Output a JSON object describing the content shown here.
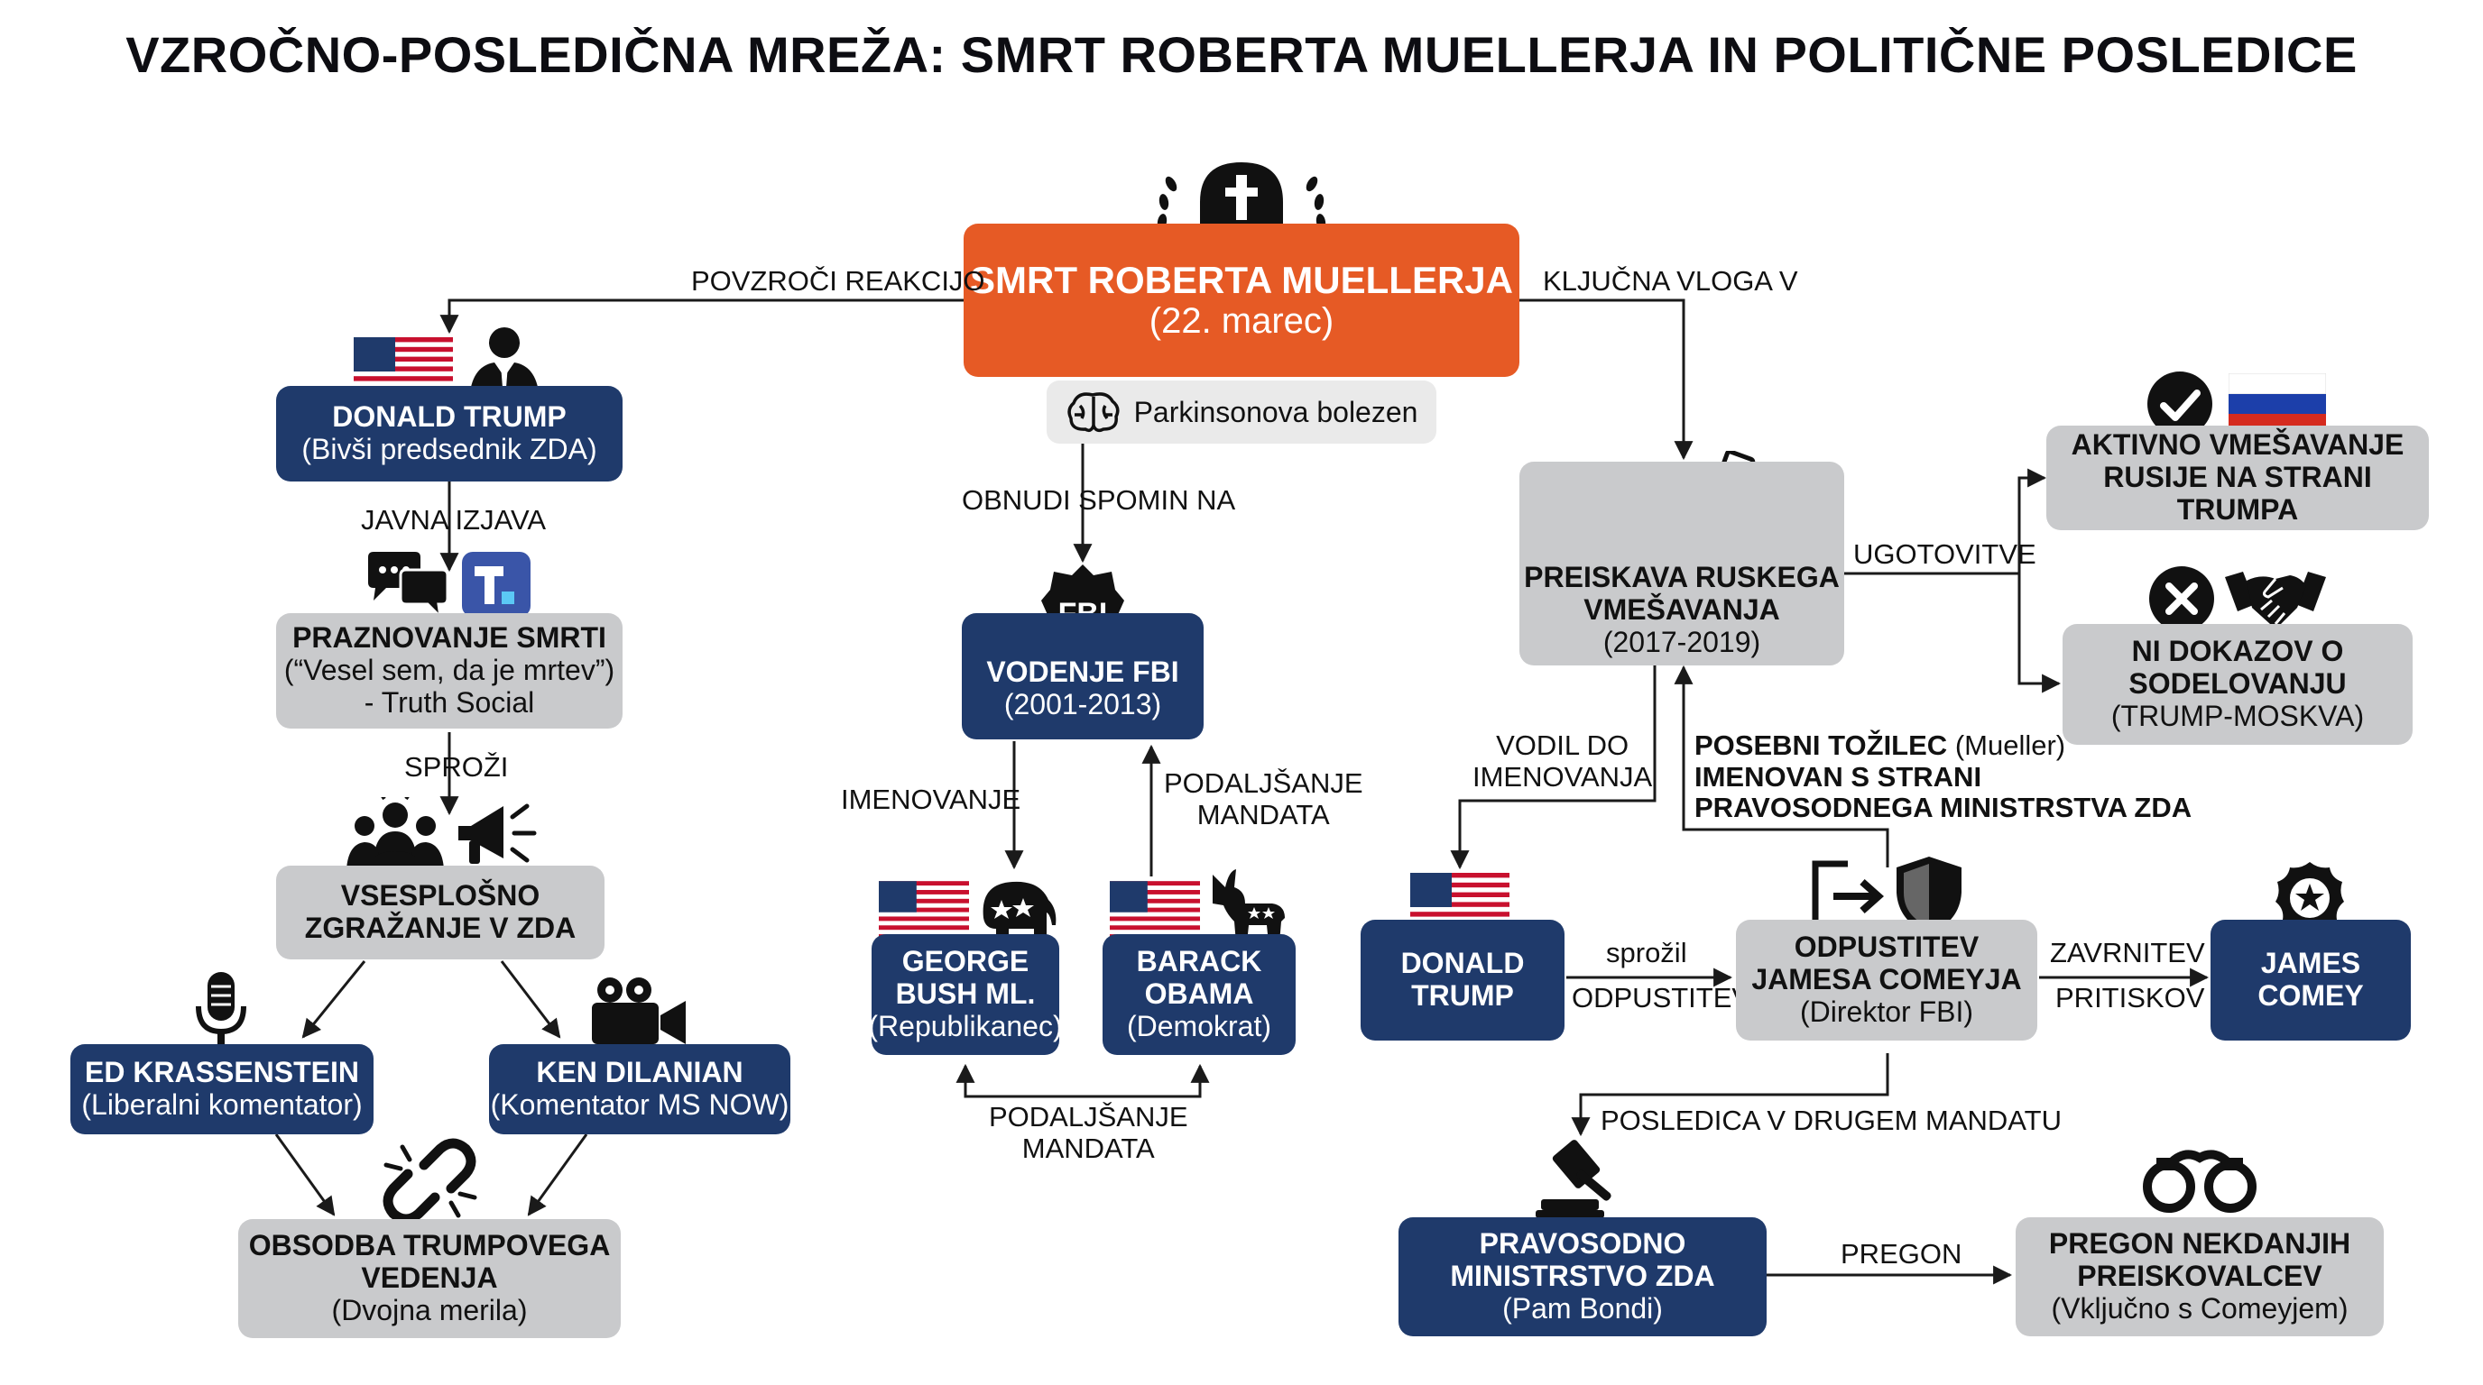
{
  "title": "VZROČNO-POSLEDIČNA MREŽA: SMRT ROBERTA MUELLERJA IN POLITIČNE POSLEDICE",
  "center": {
    "title": "SMRT ROBERTA MUELLERJA",
    "subtitle": "(22. marec)",
    "cause": "Parkinsonova bolezen"
  },
  "nodes": {
    "trump_left": {
      "title": "DONALD TRUMP",
      "subtitle": "(Bivši predsednik ZDA)"
    },
    "celebration": {
      "title": "PRAZNOVANJE SMRTI",
      "subtitle": "(“Vesel sem, da je mrtev”)\n- Truth Social"
    },
    "outrage": {
      "title": "VSESPLOŠNO\nZGRAŽANJE V ZDA"
    },
    "krassenstein": {
      "title": "ED KRASSENSTEIN",
      "subtitle": "(Liberalni komentator)"
    },
    "dilanian": {
      "title": "KEN DILANIAN",
      "subtitle": "(Komentator MS NOW)"
    },
    "condemnation": {
      "title": "OBSODBA TRUMPOVEGA\nVEDENJA",
      "subtitle": "(Dvojna merila)"
    },
    "fbi": {
      "title": "VODENJE FBI",
      "subtitle": "(2001-2013)"
    },
    "bush": {
      "title": "GEORGE\nBUSH ML.",
      "subtitle": "(Republikanec)"
    },
    "obama": {
      "title": "BARACK\nOBAMA",
      "subtitle": "(Demokrat)"
    },
    "investigation": {
      "title": "PREISKAVA RUSKEGA\nVMEŠAVANJA",
      "subtitle": "(2017-2019)"
    },
    "russia": {
      "title": "AKTIVNO VMEŠAVANJE\nRUSIJE NA STRANI TRUMPA"
    },
    "no_evidence": {
      "title": "NI DOKAZOV O\nSODELOVANJU",
      "subtitle": "(TRUMP-MOSKVA)"
    },
    "trump_right": {
      "title": "DONALD\nTRUMP"
    },
    "firing": {
      "title": "ODPUSTITEV\nJAMESA COMEYJA",
      "subtitle": "(Direktor FBI)"
    },
    "comey": {
      "title": "JAMES\nCOMEY"
    },
    "doj": {
      "title": "PRAVOSODNO\nMINISTRSTVO ZDA",
      "subtitle": "(Pam Bondi)"
    },
    "prosecution": {
      "title": "PREGON NEKDANJIH\nPREISKOVALCEV",
      "subtitle": "(Vključno s Comeyjem)"
    }
  },
  "edges": {
    "provoked": "POVZROČI REAKCIJO",
    "key_role": "KLJUČNA VLOGA V",
    "public_statement": "JAVNA IZJAVA",
    "triggered": "SPROŽI",
    "renews_memory": "OBNUDI SPOMIN NA",
    "appointment": "IMENOVANJE",
    "extension_up": "PODALJŠANJE\nMANDATA",
    "extension_bottom": "PODALJŠANJE\nMANDATA",
    "findings": "UGOTOVITVE",
    "led_to_appointment": "VODIL DO\nIMENOVANJA",
    "special_counsel": "POSEBNI TOŽILEC",
    "special_counsel_name": "(Mueller)",
    "special_counsel_rest": "IMENOVAN S STRANI\nPRAVOSODNEGA MINISTRSTVA ZDA",
    "triggered_firing_top": "sprožil",
    "triggered_firing_bottom": "ODPUSTITEV",
    "rejection_top": "ZAVRNITEV",
    "rejection_bottom": "PRITISKOV",
    "second_term": "POSLEDICA V DRUGEM MANDATU",
    "prosecution_edge": "PREGON"
  },
  "icons": {
    "FBI": "FBI",
    "center": "tombstone-laurel-icon",
    "trump_left": [
      "us-flag-icon",
      "person-suit-icon"
    ],
    "celebration": [
      "speech-bubbles-icon",
      "truth-social-icon"
    ],
    "outrage": [
      "crowd-icon",
      "megaphone-icon"
    ],
    "krassenstein": "microphone-icon",
    "dilanian": "video-camera-icon",
    "condemnation": "broken-chain-icon",
    "fbi": "fbi-badge-icon",
    "bush": [
      "us-flag-icon",
      "elephant-icon"
    ],
    "obama": [
      "us-flag-icon",
      "donkey-icon"
    ],
    "investigation": [
      "magnifier-icon",
      "ballot-box-icon"
    ],
    "russia": [
      "check-icon",
      "russia-flag-icon"
    ],
    "no_evidence": [
      "x-icon",
      "handshake-icon"
    ],
    "trump_right": "us-flag-icon",
    "firing": [
      "exit-door-icon",
      "shield-icon"
    ],
    "comey": "police-badge-icon",
    "doj": "gavel-icon",
    "prosecution": "handcuffs-icon"
  },
  "colors": {
    "navy": "#1f3a6b",
    "grey": "#c9cacc",
    "orange": "#e65a25",
    "line": "#1a1a1a"
  }
}
